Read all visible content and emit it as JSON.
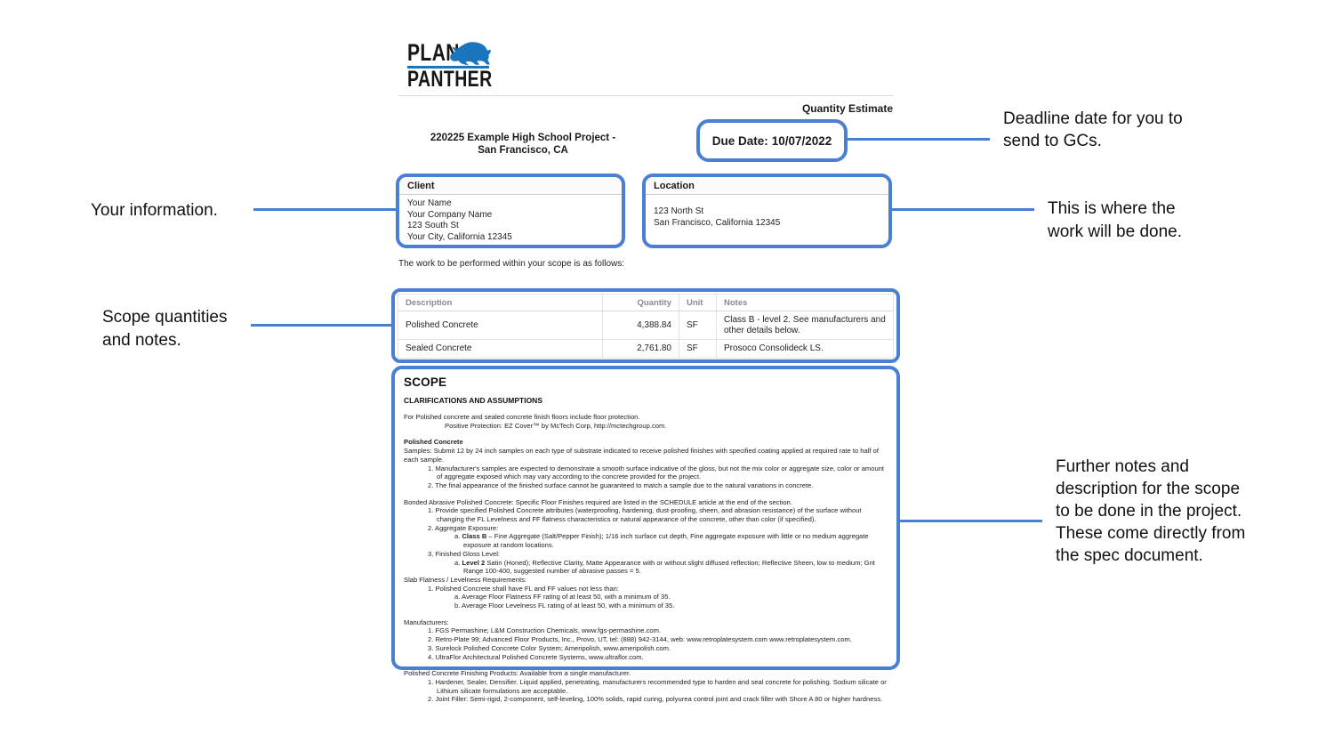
{
  "colors": {
    "highlight_blue": "#4a7fd4",
    "logo_blue": "#1b75bc"
  },
  "logo": {
    "line1": "PLAN",
    "line2": "PANTHER",
    "icon": "panther-icon"
  },
  "doc": {
    "type_label": "Quantity Estimate",
    "project_title": [
      "220225 Example High School Project -",
      "San Francisco, CA"
    ],
    "due_date_label": "Due Date:",
    "due_date_value": "10/07/2022",
    "client": {
      "header": "Client",
      "lines": [
        "Your Name",
        "Your Company Name",
        "123 South St",
        "Your City, California 12345"
      ]
    },
    "location": {
      "header": "Location",
      "lines": [
        "123 North St",
        "San Francisco, California 12345"
      ]
    },
    "intro": "The work to be performed within your scope is as follows:",
    "table": {
      "headers": [
        "Description",
        "Quantity",
        "Unit",
        "Notes"
      ],
      "rows": [
        {
          "description": "Polished Concrete",
          "quantity": "4,388.84",
          "unit": "SF",
          "notes": "Class B - level 2. See manufacturers and other details below."
        },
        {
          "description": "Sealed Concrete",
          "quantity": "2,761.80",
          "unit": "SF",
          "notes": "Prosoco Consolideck LS."
        }
      ]
    },
    "scope": {
      "title": "SCOPE",
      "subtitle": "CLARIFICATIONS AND ASSUMPTIONS",
      "blocks": [
        {
          "lines": [
            {
              "i": 0,
              "parts": [
                {
                  "t": "For Polished concrete and sealed concrete finish floors include floor protection."
                }
              ]
            },
            {
              "i": 2,
              "parts": [
                {
                  "t": "Positive Protection: EZ Cover™ by McTech Corp, http://mctechgroup.com."
                }
              ]
            }
          ]
        },
        {
          "lines": [
            {
              "i": 0,
              "parts": [
                {
                  "b": true,
                  "t": "Polished Concrete"
                }
              ]
            },
            {
              "i": 0,
              "parts": [
                {
                  "t": "Samples: Submit 12 by 24 inch samples on each type of substrate indicated to receive polished finishes with specified coating applied at required rate to half of each sample."
                }
              ]
            },
            {
              "i": 1,
              "parts": [
                {
                  "t": "1. Manufacturer's samples are expected to demonstrate a smooth surface indicative of the gloss, but not the mix color or aggregate size, color or amount of aggregate exposed which may vary according to the concrete provided for the project."
                }
              ]
            },
            {
              "i": 1,
              "parts": [
                {
                  "t": "2. The final appearance of the finished surface cannot be guaranteed to match a sample due to the natural variations in concrete."
                }
              ]
            }
          ]
        },
        {
          "lines": [
            {
              "i": 0,
              "parts": [
                {
                  "t": "Bonded Abrasive Polished Concrete: Specific Floor Finishes required are listed in the SCHEDULE article at the end of the section."
                }
              ]
            },
            {
              "i": 1,
              "parts": [
                {
                  "t": "1. Provide specified Polished Concrete attributes (waterproofing, hardening, dust-proofing, sheen, and abrasion resistance) of the surface without changing the FL Levelness and FF flatness characteristics or natural appearance of the concrete, other than color (if specified)."
                }
              ]
            },
            {
              "i": 1,
              "parts": [
                {
                  "t": "2. Aggregate Exposure:"
                }
              ]
            },
            {
              "i": 3,
              "parts": [
                {
                  "t": "a. "
                },
                {
                  "b": true,
                  "t": "Class B"
                },
                {
                  "t": " – Fine Aggregate (Salt/Pepper Finish); 1/16 inch surface cut depth, Fine aggregate exposure with little or no medium aggregate exposure at random locations."
                }
              ]
            },
            {
              "i": 1,
              "parts": [
                {
                  "t": "3. Finished Gloss Level:"
                }
              ]
            },
            {
              "i": 3,
              "parts": [
                {
                  "t": "a. "
                },
                {
                  "b": true,
                  "t": "Level 2"
                },
                {
                  "t": " Satin (Honed); Reflective Clarity, Matte Appearance with or without slight diffused reflection; Reflective Sheen, low to medium; Grit Range 100-400, suggested number of abrasive passes = 5."
                }
              ]
            },
            {
              "i": 0,
              "parts": [
                {
                  "t": "Slab Flatness / Levelness Requirements:"
                }
              ]
            },
            {
              "i": 1,
              "parts": [
                {
                  "t": "1. Polished Concrete shall have FL and FF values not less than:"
                }
              ]
            },
            {
              "i": 3,
              "parts": [
                {
                  "t": "a. Average Floor Flatness FF rating of at least 50, with a minimum of 35."
                }
              ]
            },
            {
              "i": 3,
              "parts": [
                {
                  "t": "b. Average Floor Levelness FL rating of at least 50, with a minimum of 35."
                }
              ]
            }
          ]
        },
        {
          "lines": [
            {
              "i": 0,
              "parts": [
                {
                  "t": "Manufacturers:"
                }
              ]
            },
            {
              "i": 1,
              "parts": [
                {
                  "t": "1. FGS Permashine; L&M Construction Chemicals, www.fgs-permashine.com."
                }
              ]
            },
            {
              "i": 1,
              "parts": [
                {
                  "t": "2. Retro-Plate 99; Advanced Floor Products, Inc., Provo, UT, tel: (888) 942-3144, web: www.retroplatesystem.com www.retroplatesystem.com."
                }
              ]
            },
            {
              "i": 1,
              "parts": [
                {
                  "t": "3. Surelock Polished Concrete Color System; Ameripolish, www.ameripolish.com."
                }
              ]
            },
            {
              "i": 1,
              "parts": [
                {
                  "t": "4. UltraFlor Architectural Polished Concrete Systems, www.ultraflor.com."
                }
              ]
            }
          ]
        },
        {
          "lines": [
            {
              "i": 0,
              "parts": [
                {
                  "t": "Polished Concrete Finishing Products: Available from a single manufacturer."
                }
              ]
            },
            {
              "i": 1,
              "parts": [
                {
                  "t": "1. Hardener, Sealer, Densifier. Liquid applied, penetrating, manufacturers recommended type to harden and seal concrete for polishing. Sodium silicate or Lithium silicate formulations are acceptable."
                }
              ]
            },
            {
              "i": 1,
              "parts": [
                {
                  "t": "2. Joint Filler: Semi-rigid, 2-component, self-leveling, 100% solids, rapid curing, polyurea control joint and crack filler with Shore A 80 or higher hardness."
                }
              ]
            }
          ]
        }
      ]
    }
  },
  "annotations": {
    "deadline": {
      "lines": [
        "Deadline date for you to",
        "send to GCs."
      ]
    },
    "your_info": {
      "lines": [
        "Your information."
      ]
    },
    "location_note": {
      "lines": [
        "This is where the",
        "work will be done."
      ]
    },
    "scope_quantities": {
      "lines": [
        "Scope quantities",
        "and notes."
      ]
    },
    "scope_notes": {
      "lines": [
        "Further notes and",
        "description for the scope",
        "to be done in the project.",
        "These come directly from",
        "the spec document."
      ]
    }
  }
}
